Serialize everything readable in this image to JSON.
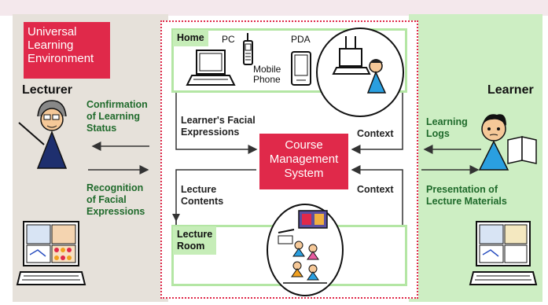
{
  "title_lines": [
    "Universal",
    "Learning",
    "Environment"
  ],
  "lecturer": "Lecturer",
  "learner": "Learner",
  "left_labels": {
    "confirmation": [
      "Confirmation",
      "of Learning",
      "Status"
    ],
    "recognition": [
      "Recognition",
      "of Facial",
      "Expressions"
    ]
  },
  "right_labels": {
    "logs": [
      "Learning",
      "Logs"
    ],
    "presentation": [
      "Presentation of",
      "Lecture Materials"
    ]
  },
  "center": {
    "home": "Home",
    "pc": "PC",
    "mobile": [
      "Mobile",
      "Phone"
    ],
    "pda": "PDA",
    "facial": [
      "Learner's Facial",
      "Expressions"
    ],
    "context_top": "Context",
    "context_bottom": "Context",
    "cms": [
      "Course",
      "Management",
      "System"
    ],
    "lecture_contents": [
      "Lecture",
      "Contents"
    ],
    "lecture_room": [
      "Lecture",
      "Room"
    ]
  },
  "colors": {
    "accent_red": "#e0294a",
    "green_text": "#1f6a2b",
    "room_border": "#b4e6a4",
    "learner_blue": "#2a9fe0",
    "lecturer_navy": "#1e2f6e"
  }
}
